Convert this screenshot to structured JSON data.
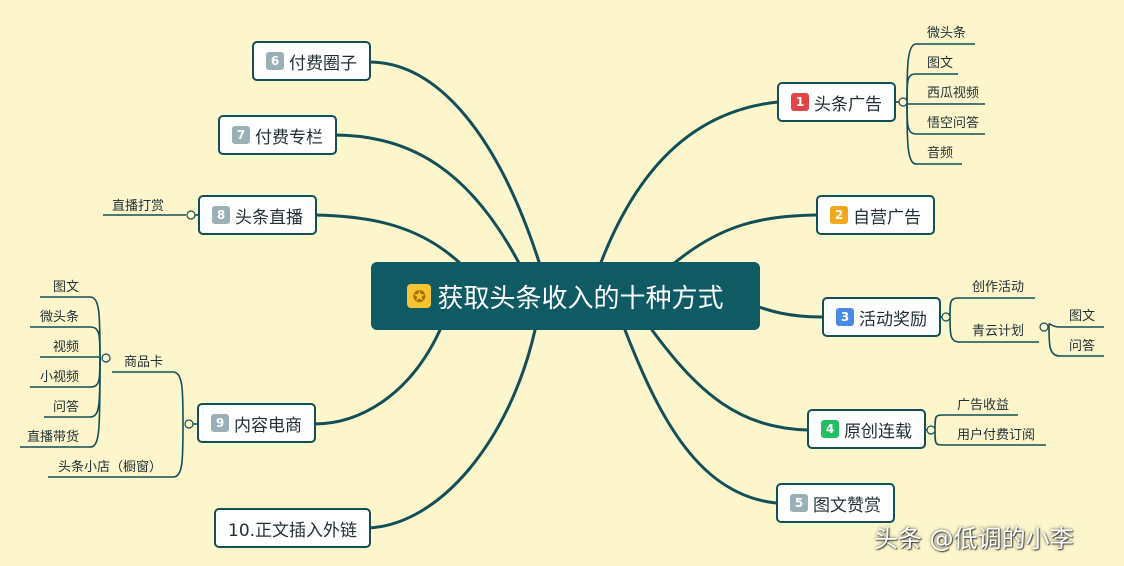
{
  "root": {
    "label": "获取头条收入的十种方式",
    "icon": "medal-icon"
  },
  "colors": {
    "line": "#124f57",
    "badge_red": "#e04646",
    "badge_orange": "#f2a81d",
    "badge_blue": "#4b8be8",
    "badge_green": "#20c060",
    "badge_gray": "#9ab0b6"
  },
  "branches": {
    "b1": {
      "badge": "1",
      "label": "头条广告",
      "children": [
        "微头条",
        "图文",
        "西瓜视频",
        "悟空问答",
        "音频"
      ]
    },
    "b2": {
      "badge": "2",
      "label": "自营广告"
    },
    "b3": {
      "badge": "3",
      "label": "活动奖励",
      "children": {
        "c1": "创作活动",
        "c2": "青云计划",
        "c2_children": [
          "图文",
          "问答"
        ]
      }
    },
    "b4": {
      "badge": "4",
      "label": "原创连载",
      "children": [
        "广告收益",
        "用户付费订阅"
      ]
    },
    "b5": {
      "badge": "5",
      "label": "图文赞赏"
    },
    "b6": {
      "badge": "6",
      "label": "付费圈子"
    },
    "b7": {
      "badge": "7",
      "label": "付费专栏"
    },
    "b8": {
      "badge": "8",
      "label": "头条直播",
      "children": [
        "直播打赏"
      ]
    },
    "b9": {
      "badge": "9",
      "label": "内容电商",
      "children": {
        "c1": "商品卡",
        "c1_children": [
          "图文",
          "微头条",
          "视频",
          "小视频",
          "问答",
          "直播带货"
        ],
        "c2": "头条小店（橱窗）"
      }
    },
    "b10": {
      "label": "10.正文插入外链"
    }
  },
  "watermark": "头条 @低调的小李"
}
